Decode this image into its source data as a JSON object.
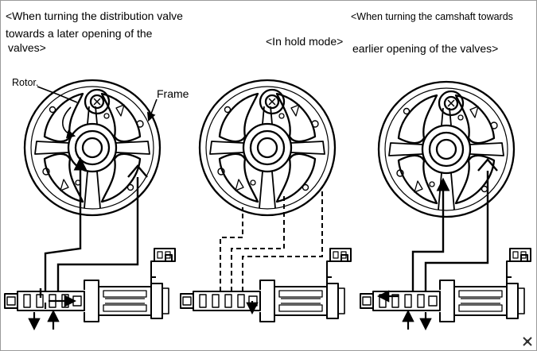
{
  "captions": {
    "left_line1": "<When turning the distribution valve",
    "left_line2": "towards a later opening of the",
    "left_line3": "valves>",
    "middle": "<In hold mode>",
    "right_line1": "<When turning the camshaft towards",
    "right_line2": "earlier opening of the valves>"
  },
  "labels": {
    "rotor": "Rotor.",
    "frame": "Frame"
  },
  "panels": [
    {
      "id": "later",
      "supply_line": "solid"
    },
    {
      "id": "hold",
      "supply_line": "dashed"
    },
    {
      "id": "earlier",
      "supply_line": "solid"
    }
  ],
  "icons": {
    "corner": "watermark-icon"
  },
  "colors": {
    "line": "#000000",
    "background": "#ffffff",
    "border": "#9a9a9a"
  }
}
